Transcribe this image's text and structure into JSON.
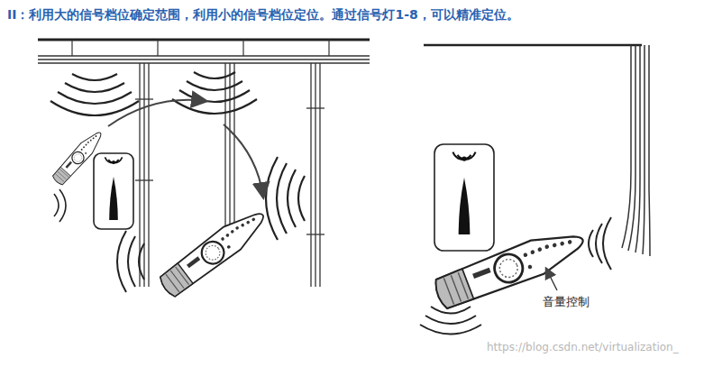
{
  "diagram": {
    "title": "II：利用大的信号档位确定范围，利用小的信号档位定位。通过信号灯1-8，可以精准定位。",
    "labels": [
      "音量控制",
      "https://blog.csdn.net/virtualization_"
    ]
  }
}
